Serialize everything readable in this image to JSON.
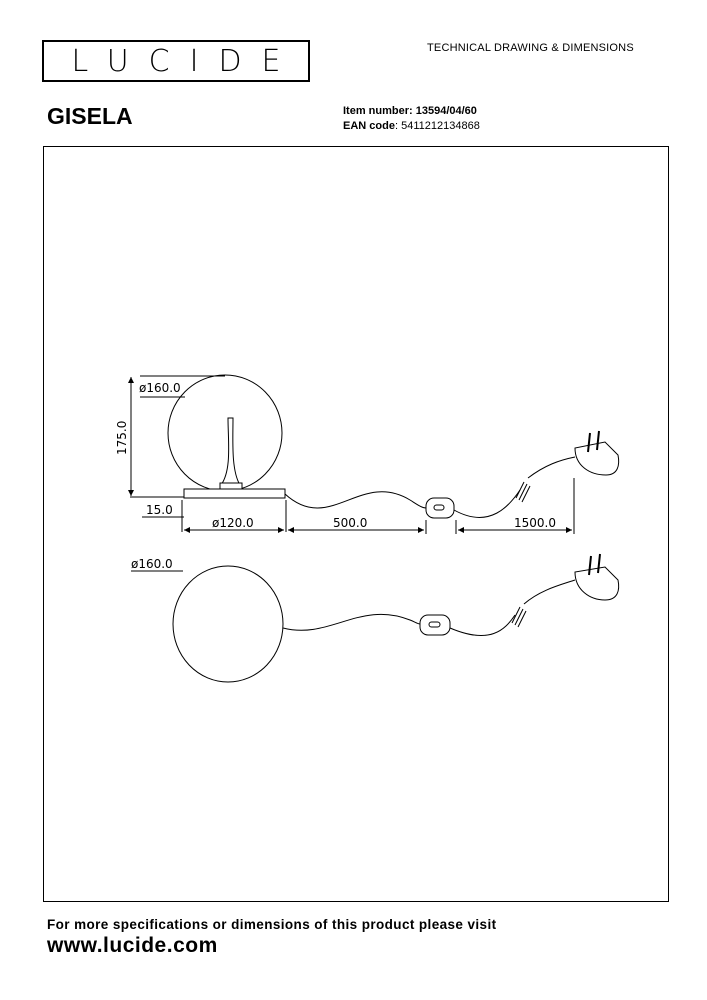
{
  "header": {
    "logo_text": "LUCIDE",
    "document_type": "TECHNICAL DRAWING & DIMENSIONS",
    "product_name": "GISELA",
    "item_number_label": "Item number:",
    "item_number": "13594/04/60",
    "ean_label": "EAN code",
    "ean_code": "5411212134868"
  },
  "drawing": {
    "side_view": {
      "globe_diameter": "ø160.0",
      "total_height": "175.0",
      "base_height": "15.0",
      "base_diameter": "ø120.0",
      "cable_to_switch": "500.0",
      "cable_to_plug": "1500.0"
    },
    "top_view": {
      "globe_diameter": "ø160.0"
    }
  },
  "footer": {
    "note": "For more specifications or dimensions of this product please visit",
    "url": "www.lucide.com"
  }
}
